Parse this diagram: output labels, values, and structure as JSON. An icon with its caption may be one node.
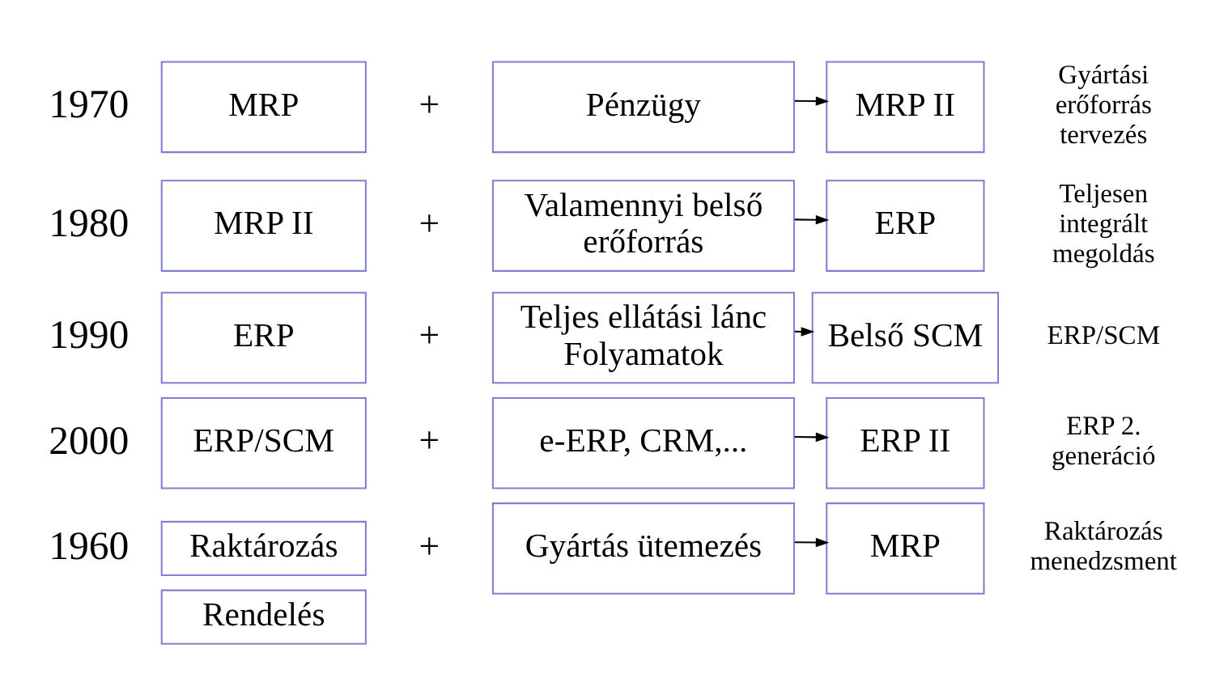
{
  "diagram": {
    "nodes": [
      {
        "text": [
          "Raktározás"
        ]
      },
      {
        "text": [
          "Rendelés"
        ]
      },
      {
        "text": [
          "Gyártás ütemezés"
        ]
      },
      {
        "text": [
          "MRP"
        ],
        "beside": [
          "Raktározás menedzsment"
        ]
      },
      {
        "text": [
          "MRP"
        ]
      },
      {
        "text": [
          "Pénzügy"
        ]
      },
      {
        "text": [
          "MRP II"
        ],
        "beside": [
          "Gyártási erőforrás tervezés"
        ]
      },
      {
        "text": [
          "MRP II"
        ]
      },
      {
        "text": [
          "Valamennyi belső erőforrás"
        ]
      },
      {
        "text": [
          "ERP"
        ],
        "beside": [
          "Teljesen integrált megoldás"
        ]
      },
      {
        "text": [
          "ERP"
        ]
      },
      {
        "text": [
          "Teljes ellátási lánc Folyamatok"
        ]
      },
      {
        "text": [
          "Belső SCM"
        ],
        "beside": [
          "ERP/SCM"
        ]
      },
      {
        "text": [
          "ERP/SCM"
        ]
      },
      {
        "text": [
          "e-ERP, CRM,..."
        ]
      },
      {
        "text": [
          "ERP II"
        ],
        "beside": [
          "ERP 2. generáció"
        ]
      }
    ],
    "edges": [
      {
        "from": 2,
        "to": 3,
        "arrow": "to"
      },
      {
        "from": 5,
        "to": 6,
        "arrow": "to"
      },
      {
        "from": 8,
        "to": 9,
        "arrow": "to"
      },
      {
        "from": 11,
        "to": 12,
        "arrow": "to"
      },
      {
        "from": 14,
        "to": 15,
        "arrow": "to"
      }
    ],
    "labels": [
      "1960",
      "+",
      "1970",
      "+",
      "1980",
      "+",
      "1990",
      "+",
      "2000",
      "+"
    ]
  }
}
